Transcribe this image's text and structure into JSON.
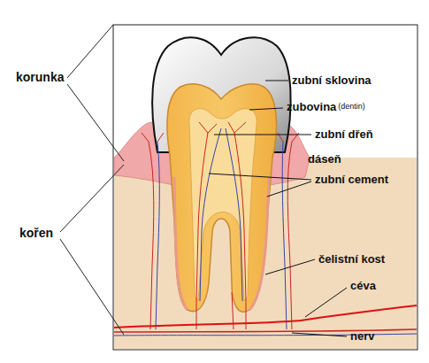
{
  "diagram": {
    "labels": [
      "korunka",
      "zubní sklovina",
      "zubovina",
      "(dentin)",
      "zubní dřeň",
      "dáseň",
      "zubní cement",
      "kořen",
      "čelistní kost",
      "céva",
      "nerv"
    ]
  }
}
